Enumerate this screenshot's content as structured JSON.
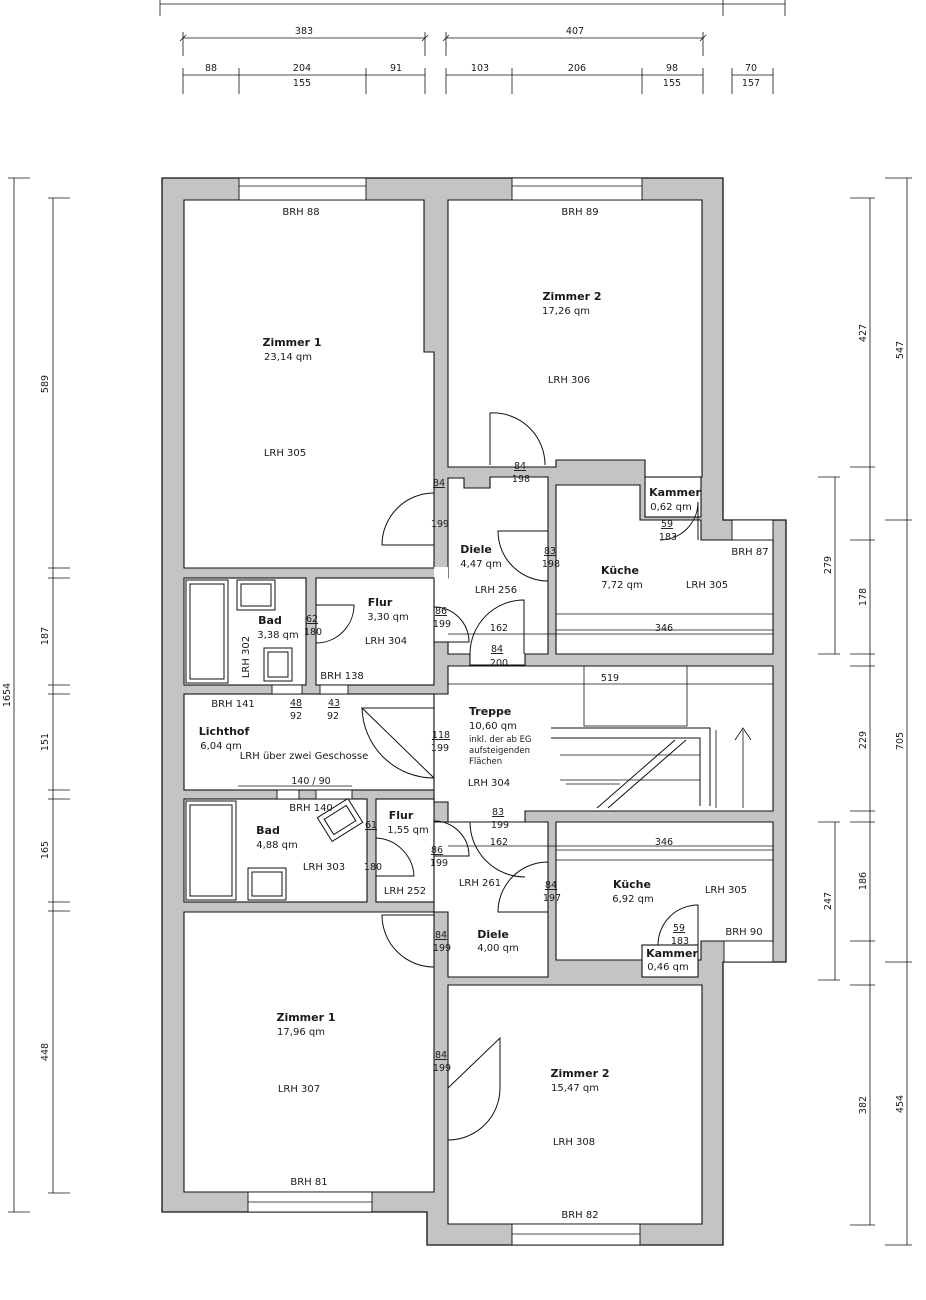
{
  "rooms": {
    "zimmer1_top": {
      "name": "Zimmer 1",
      "area": "23,14 qm",
      "lrh": "LRH 305",
      "brh": "BRH 88"
    },
    "zimmer2_top": {
      "name": "Zimmer 2",
      "area": "17,26 qm",
      "lrh": "LRH 306",
      "brh": "BRH 89"
    },
    "kammer_top": {
      "name": "Kammer",
      "area": "0,62 qm",
      "door_w": "59",
      "door_h": "183"
    },
    "diele_top": {
      "name": "Diele",
      "area": "4,47 qm",
      "lrh": "LRH 256"
    },
    "kueche_top": {
      "name": "Küche",
      "area": "7,72 qm",
      "lrh": "LRH 305",
      "brh": "BRH 87"
    },
    "bad_top": {
      "name": "Bad",
      "area": "3,38 qm",
      "lrh": "LRH 302"
    },
    "flur_top": {
      "name": "Flur",
      "area": "3,30 qm",
      "lrh": "LRH 304",
      "brh": "BRH 138"
    },
    "lichthof": {
      "name": "Lichthof",
      "area": "6,04 qm",
      "lrh": "LRH über zwei Geschosse",
      "brh": "BRH 141"
    },
    "treppe": {
      "name": "Treppe",
      "area": "10,60 qm",
      "note1": "inkl. der ab EG",
      "note2": "aufsteigenden",
      "note3": "Flächen",
      "lrh": "LRH 304"
    },
    "bad_bottom": {
      "name": "Bad",
      "area": "4,88 qm",
      "lrh": "LRH 303",
      "brh": "BRH 140"
    },
    "flur_bottom": {
      "name": "Flur",
      "area": "1,55 qm",
      "lrh": "LRH 252"
    },
    "diele_bottom": {
      "name": "Diele",
      "area": "4,00 qm",
      "lrh": "LRH 261"
    },
    "kueche_bottom": {
      "name": "Küche",
      "area": "6,92 qm",
      "lrh": "LRH 305",
      "brh": "BRH 90"
    },
    "kammer_bottom": {
      "name": "Kammer",
      "area": "0,46 qm",
      "door_w": "59",
      "door_h": "183"
    },
    "zimmer1_bottom": {
      "name": "Zimmer 1",
      "area": "17,96 qm",
      "lrh": "LRH 307",
      "brh": "BRH 81"
    },
    "zimmer2_bottom": {
      "name": "Zimmer 2",
      "area": "15,47 qm",
      "lrh": "LRH 308",
      "brh": "BRH 82"
    }
  },
  "doors": [
    {
      "w": "84",
      "h": "199"
    },
    {
      "w": "84",
      "h": "198"
    },
    {
      "w": "83",
      "h": "198"
    },
    {
      "w": "62",
      "h": "180"
    },
    {
      "w": "86",
      "h": "199"
    },
    {
      "w": "84",
      "h": "200"
    },
    {
      "w": "48",
      "h": "92"
    },
    {
      "w": "43",
      "h": "92"
    },
    {
      "w": "118",
      "h": "199"
    },
    {
      "w": "83",
      "h": "199"
    },
    {
      "w": "61",
      "h": "180"
    },
    {
      "w": "86",
      "h": "199"
    },
    {
      "w": "84",
      "h": "197"
    },
    {
      "w": "84",
      "h": "199"
    },
    {
      "w": "84",
      "h": "199"
    }
  ],
  "inner_dims": {
    "w162_top": "162",
    "w346_top": "346",
    "stair_519": "519",
    "lichthof_window": "140 / 90",
    "w162_bottom": "162",
    "w346_bottom": "346"
  },
  "top_dims": {
    "row1": [
      "383",
      "407"
    ],
    "row2": [
      "88",
      "204",
      "91",
      "103",
      "206",
      "98",
      "70"
    ],
    "row2_sub": [
      "155",
      "155",
      "157"
    ]
  },
  "left_dims": {
    "total": "1654",
    "segments": [
      "589",
      "187",
      "151",
      "165",
      "448"
    ]
  },
  "right_dims": {
    "outer": [
      "547",
      "705",
      "454"
    ],
    "middle": [
      "427",
      "229",
      "382"
    ],
    "inner": [
      "279",
      "178",
      "186",
      "247"
    ]
  }
}
